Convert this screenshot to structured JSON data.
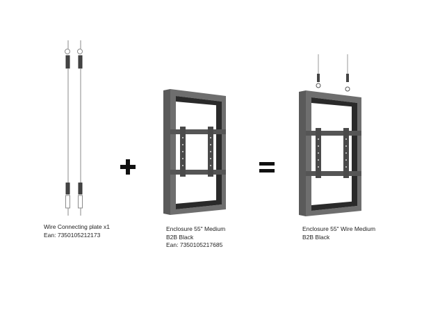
{
  "products": [
    {
      "name": "wire-connecting-plate",
      "lines": [
        "Wire Connecting plate x1",
        "Ean: 7350105212173"
      ]
    },
    {
      "name": "enclosure-55-medium-b2b-black",
      "lines": [
        "Enclosure 55\" Medium",
        "B2B Black",
        "Ean: 7350105217685"
      ]
    },
    {
      "name": "enclosure-55-wire-medium-b2b-black",
      "lines": [
        "Enclosure 55\" Wire Medium",
        "B2B Black"
      ]
    }
  ],
  "operators": {
    "plus": "plus-sign",
    "equals": "equals-sign"
  },
  "colors": {
    "frame_gray": "#6e6e6e",
    "frame_dark": "#2a2a2a",
    "wire": "#9a9a9a",
    "operator": "#111111"
  }
}
